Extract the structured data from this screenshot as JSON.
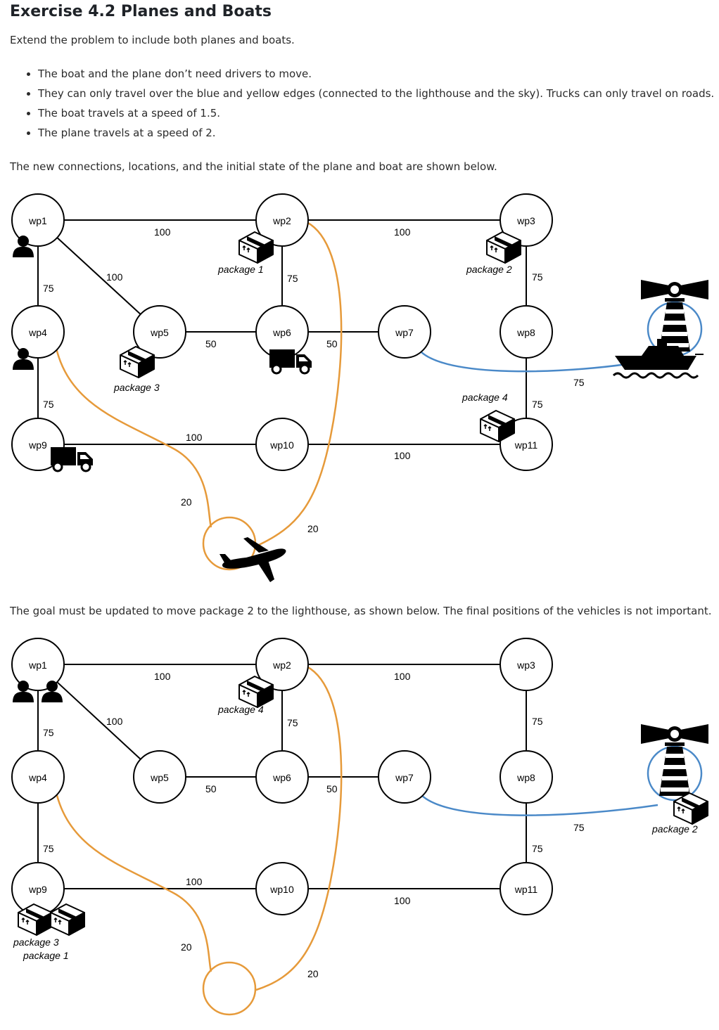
{
  "title": "Exercise 4.2 Planes and Boats",
  "intro": "Extend the problem to include both planes and boats.",
  "bullets": [
    "The boat and the plane don’t need drivers to move.",
    "They can only travel over the blue and yellow edges (connected to the lighthouse and the sky). Trucks can only travel on roads.",
    "The boat travels at a speed of 1.5.",
    "The plane travels at a speed of 2."
  ],
  "initial_caption": "The new connections, locations, and the initial state of the plane and boat are shown below.",
  "goal_caption": "The goal must be updated to move package 2 to the lighthouse, as shown below. The final positions of the vehicles is not important.",
  "colors": {
    "air_route": "#E69A3A",
    "sea_route": "#4A89C8",
    "road": "#000000"
  },
  "waypoints": [
    "wp1",
    "wp2",
    "wp3",
    "wp4",
    "wp5",
    "wp6",
    "wp7",
    "wp8",
    "wp9",
    "wp10",
    "wp11"
  ],
  "edge_weights": {
    "wp1_wp2": "100",
    "wp2_wp3": "100",
    "wp1_wp5": "100",
    "wp1_wp4": "75",
    "wp2_wp6": "75",
    "wp3_wp8": "75",
    "wp5_wp6": "50",
    "wp6_wp7": "50",
    "wp4_wp9": "75",
    "wp9_wp10": "100",
    "wp10_wp11": "100",
    "wp8_wp11": "75",
    "sky_wp4": "20",
    "sky_wp2": "20",
    "lighthouse_wp7": "75"
  },
  "initial_state": {
    "package_1": "package 1",
    "package_2": "package 2",
    "package_3": "package 3",
    "package_4": "package 4",
    "icons": [
      "person-icon",
      "truck-icon",
      "package-icon",
      "plane-icon",
      "boat-icon",
      "lighthouse-icon"
    ]
  },
  "goal_state": {
    "package_1": "package 1",
    "package_2": "package 2",
    "package_3": "package 3",
    "package_4": "package 4",
    "icons": [
      "person-icon",
      "package-icon",
      "lighthouse-icon"
    ]
  }
}
